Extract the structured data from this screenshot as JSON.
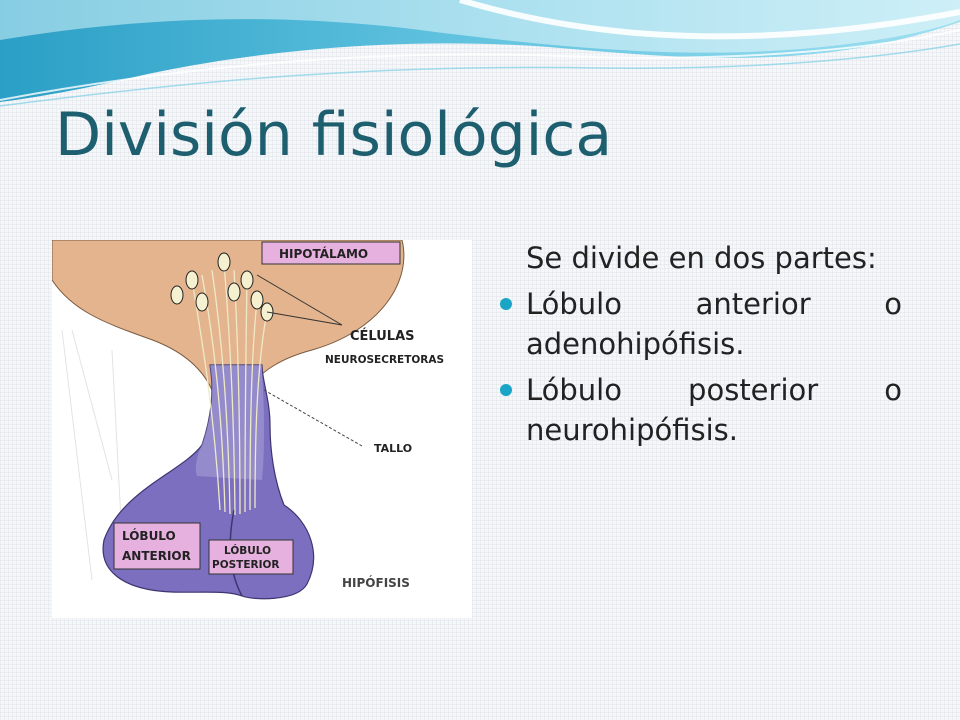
{
  "slide": {
    "title": "División fisiológica"
  },
  "content": {
    "intro": "Se divide en dos partes:",
    "bullets": [
      {
        "text": "Lóbulo anterior o adenohipófisis."
      },
      {
        "text": " Lóbulo posterior o neurohipófisis."
      }
    ]
  },
  "diagram": {
    "labels": {
      "hipotalamo": "HIPOTÁLAMO",
      "celulas": "CÉLULAS",
      "neurosecretoras": "NEUROSECRETORAS",
      "tallo": "TALLO",
      "lobulo_anterior_1": "LÓBULO",
      "lobulo_anterior_2": "ANTERIOR",
      "lobulo_posterior_1": "LÓBULO",
      "lobulo_posterior_2": "POSTERIOR",
      "hipofisis": "HIPÓFISIS"
    }
  },
  "colors": {
    "title": "#1d5e6f",
    "bullet": "#1aa5c7",
    "hypothalamus": "#e3b48d",
    "pituitary": "#7c6fbf",
    "label_box": "#e6b0df"
  }
}
